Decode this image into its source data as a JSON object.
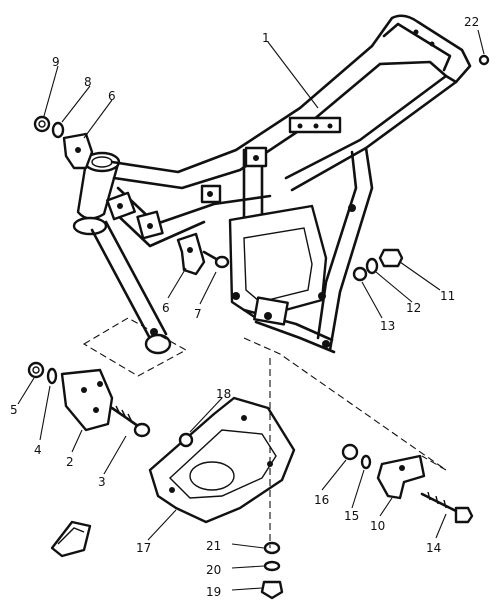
{
  "callouts": [
    {
      "id": "c1",
      "text": "1"
    },
    {
      "id": "c2",
      "text": "2"
    },
    {
      "id": "c3",
      "text": "3"
    },
    {
      "id": "c4",
      "text": "4"
    },
    {
      "id": "c5",
      "text": "5"
    },
    {
      "id": "c6a",
      "text": "6"
    },
    {
      "id": "c6b",
      "text": "6"
    },
    {
      "id": "c7",
      "text": "7"
    },
    {
      "id": "c8",
      "text": "8"
    },
    {
      "id": "c9",
      "text": "9"
    },
    {
      "id": "c10",
      "text": "10"
    },
    {
      "id": "c11",
      "text": "11"
    },
    {
      "id": "c12",
      "text": "12"
    },
    {
      "id": "c13",
      "text": "13"
    },
    {
      "id": "c14",
      "text": "14"
    },
    {
      "id": "c15",
      "text": "15"
    },
    {
      "id": "c16",
      "text": "16"
    },
    {
      "id": "c17",
      "text": "17"
    },
    {
      "id": "c18",
      "text": "18"
    },
    {
      "id": "c19",
      "text": "19"
    },
    {
      "id": "c20",
      "text": "20"
    },
    {
      "id": "c21",
      "text": "21"
    },
    {
      "id": "c22",
      "text": "22"
    }
  ],
  "colors": {
    "line": "#111111",
    "background": "#ffffff"
  }
}
